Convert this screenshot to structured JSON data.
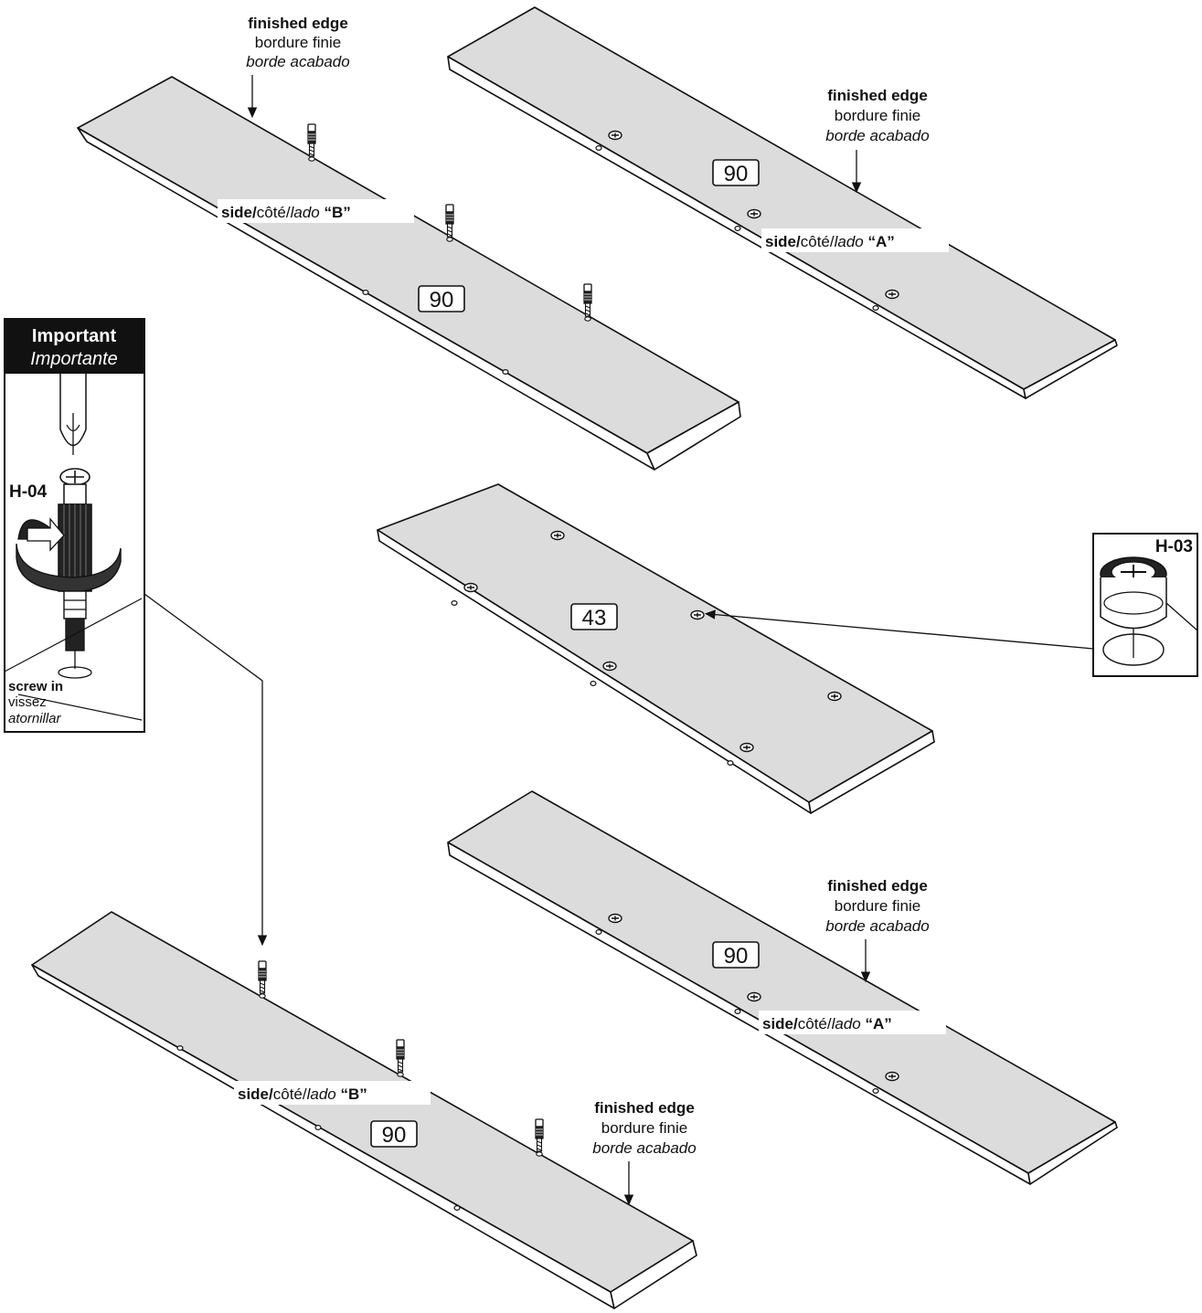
{
  "parts": {
    "top_left": {
      "number": "90",
      "side_label": {
        "side": "side/",
        "cote": "côté/",
        "lado": "lado",
        "letter": " “B”"
      }
    },
    "top_right": {
      "number": "90",
      "side_label": {
        "side": "side/",
        "cote": "côté/",
        "lado": "lado",
        "letter": " “A”"
      }
    },
    "middle": {
      "number": "43"
    },
    "lower_right": {
      "number": "90",
      "side_label": {
        "side": "side/",
        "cote": "côté/",
        "lado": "lado",
        "letter": " “A”"
      }
    },
    "bottom_left": {
      "number": "90",
      "side_label": {
        "side": "side/",
        "cote": "côté/",
        "lado": "lado",
        "letter": " “B”"
      }
    }
  },
  "finished_edge": {
    "en": "finished edge",
    "fr": "bordure finie",
    "es": "borde acabado"
  },
  "important_box": {
    "title_en": "Important",
    "title_es": "Importante",
    "hardware_code": "H-04",
    "screw_in_en": "screw in",
    "screw_in_fr": "vissez",
    "screw_in_es": "atornillar"
  },
  "inset_h03": {
    "hardware_code": "H-03"
  }
}
